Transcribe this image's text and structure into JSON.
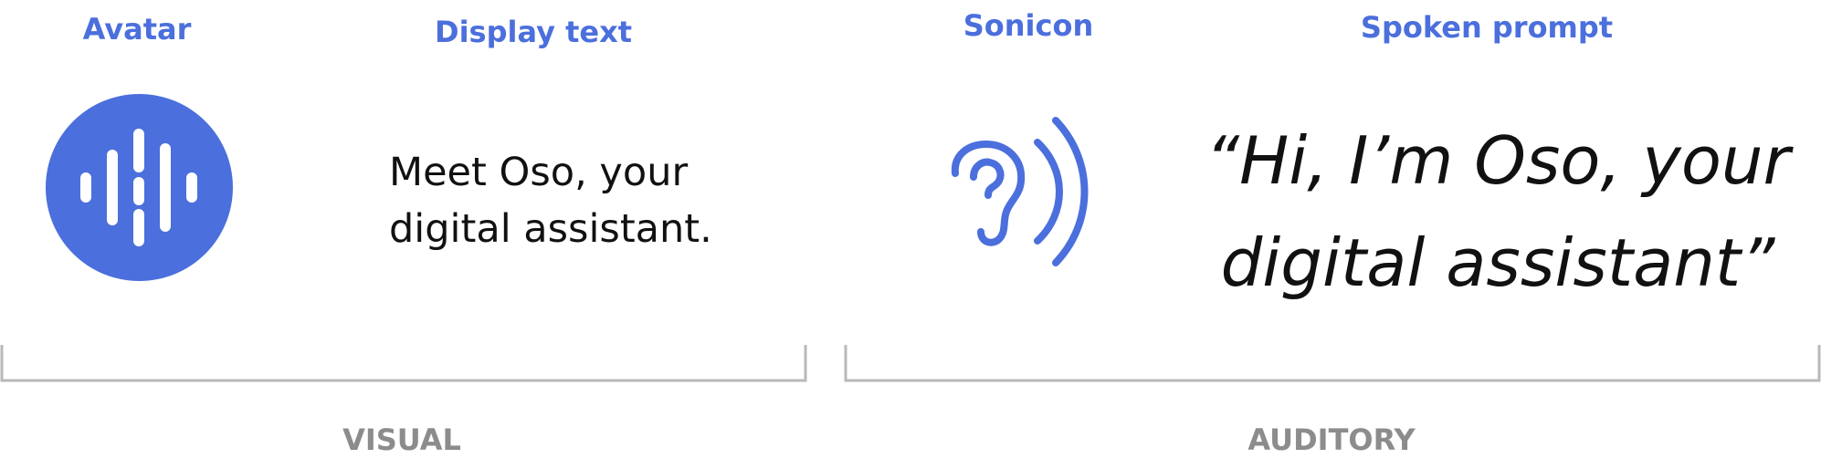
{
  "colors": {
    "accent": "#4b6fdc",
    "text": "#111111",
    "group_label": "#8c8c8c",
    "bracket": "#b9b9b9",
    "avatar_bars": "#ffffff"
  },
  "labels": {
    "avatar": "Avatar",
    "display_text": "Display text",
    "sonicon": "Sonicon",
    "spoken_prompt": "Spoken prompt"
  },
  "display": {
    "line1": "Meet Oso, your",
    "line2": "digital assistant."
  },
  "spoken": {
    "line1": "“Hi, I’m Oso, your",
    "line2": "digital assistant”"
  },
  "icons": {
    "avatar": "voice-waveform-icon",
    "sonicon": "ear-sound-waves-icon"
  },
  "groups": {
    "visual": "VISUAL",
    "auditory": "AUDITORY"
  }
}
